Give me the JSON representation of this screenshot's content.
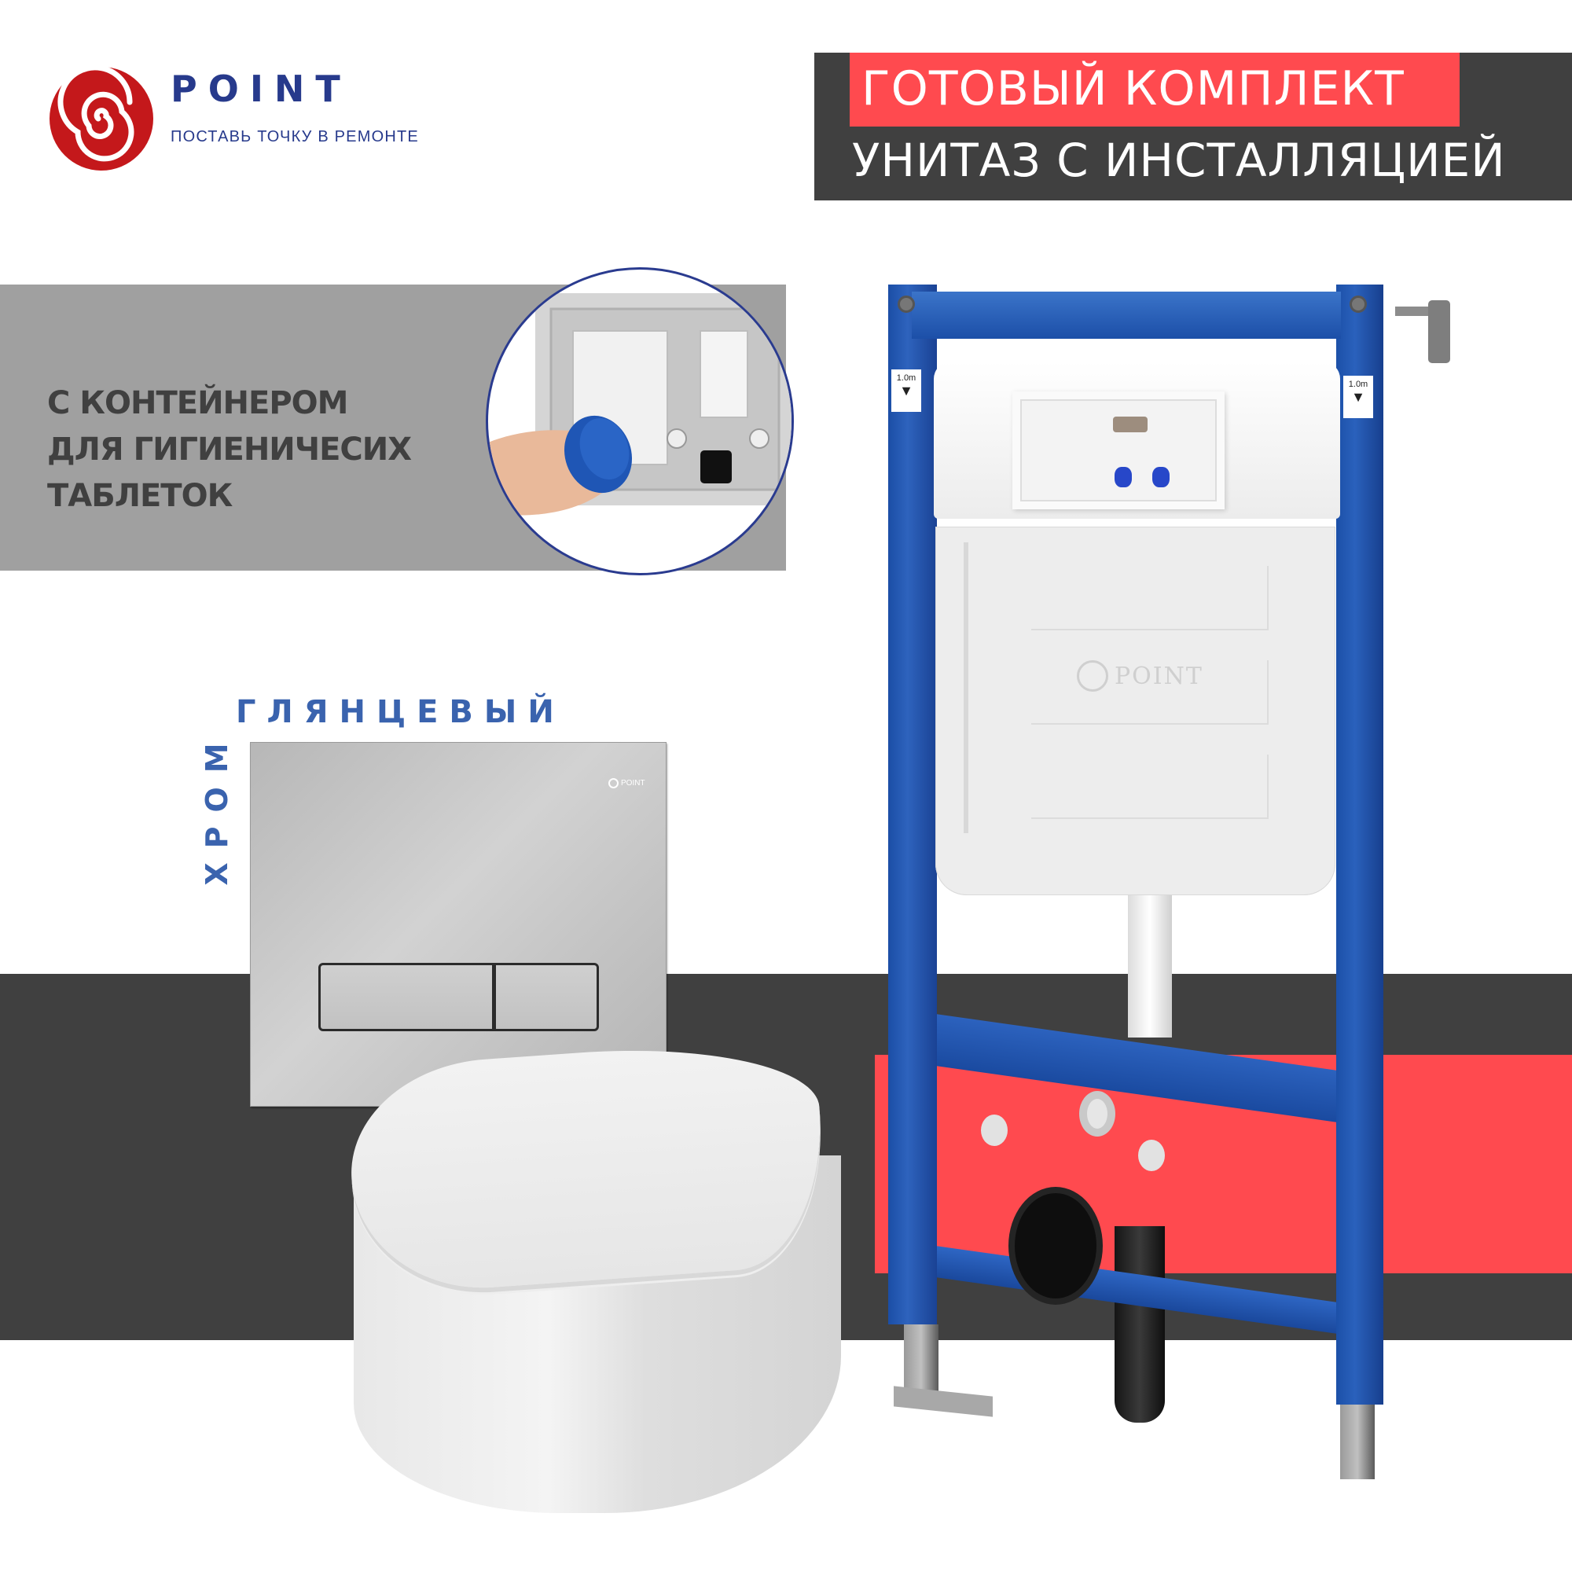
{
  "brand": {
    "name": "POINT",
    "tagline": "ПОСТАВЬ ТОЧКУ В РЕМОНТЕ",
    "logo_icon": "spiral-logo-icon",
    "colors": {
      "red": "#c4181b",
      "navy": "#273a8c"
    }
  },
  "banner": {
    "line1": "ГОТОВЫЙ КОМПЛЕКТ",
    "line2": "УНИТАЗ С ИНСТАЛЛЯЦИЕЙ",
    "colors": {
      "background": "#404040",
      "highlight": "#ff4a4f",
      "text": "#ffffff"
    }
  },
  "feature": {
    "lines": [
      "С КОНТЕЙНЕРОМ",
      "ДЛЯ ГИГИЕНИЧЕСИХ",
      "ТАБЛЕТОК"
    ],
    "image": "hygiene-tablet-container-photo",
    "colors": {
      "panel": "#a0a0a0",
      "text": "#404040",
      "circle_border": "#2a3b8f"
    }
  },
  "flush_plate": {
    "finish_vertical": "ХРОМ",
    "finish_horizontal": "ГЛЯНЦЕВЫЙ",
    "mini_logo": "POINT",
    "buttons": [
      "large-flush",
      "small-flush"
    ],
    "colors": {
      "label": "#3a63ae"
    }
  },
  "installation": {
    "height_marks": [
      "1.0m",
      "1.0m"
    ],
    "tank_logo": "POINT",
    "colors": {
      "frame": "#1f55b0"
    }
  },
  "background": {
    "colors": {
      "dark_band": "#404040",
      "accent_band": "#ff4a4f"
    }
  }
}
